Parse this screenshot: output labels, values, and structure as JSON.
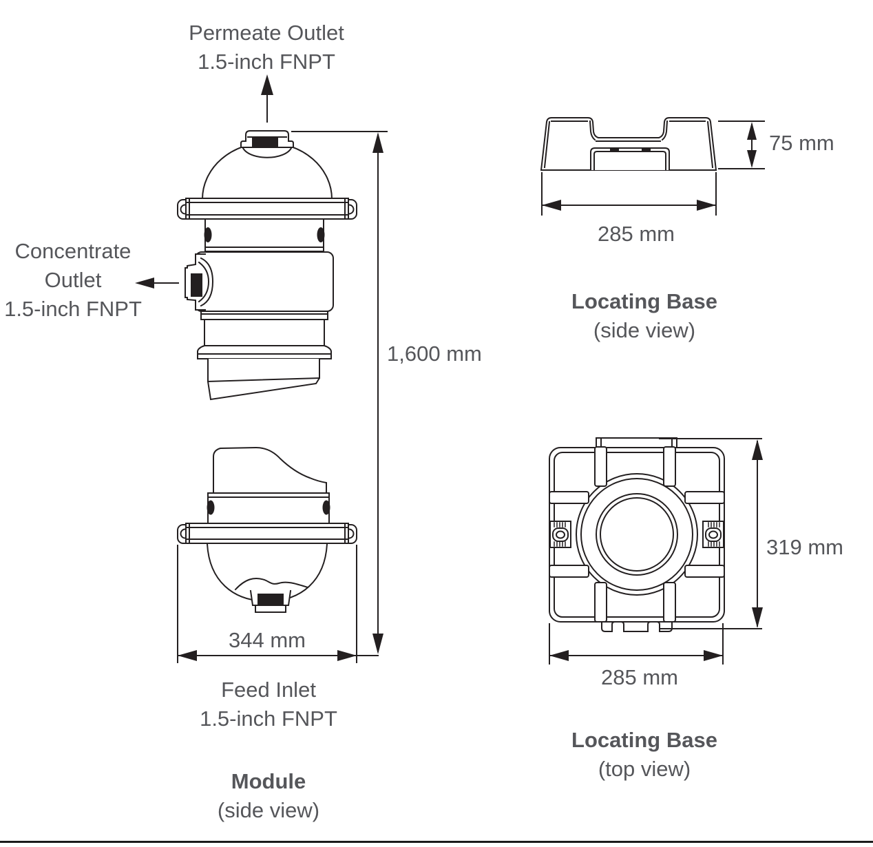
{
  "colors": {
    "line": "#231f20",
    "text": "#55565a"
  },
  "module_view": {
    "permeate_label_line1": "Permeate Outlet",
    "permeate_label_line2": "1.5-inch FNPT",
    "concentrate_label_line1": "Concentrate",
    "concentrate_label_line2": "Outlet",
    "concentrate_label_line3": "1.5-inch FNPT",
    "feed_label_line1": "Feed Inlet",
    "feed_label_line2": "1.5-inch FNPT",
    "height_dimension": "1,600 mm",
    "width_dimension": "344 mm",
    "title": "Module",
    "subtitle": "(side view)"
  },
  "locating_base_side_view": {
    "height_dimension": "75 mm",
    "width_dimension": "285 mm",
    "title": "Locating Base",
    "subtitle": "(side view)"
  },
  "locating_base_top_view": {
    "height_dimension": "319 mm",
    "width_dimension": "285 mm",
    "title": "Locating Base",
    "subtitle": "(top view)"
  }
}
